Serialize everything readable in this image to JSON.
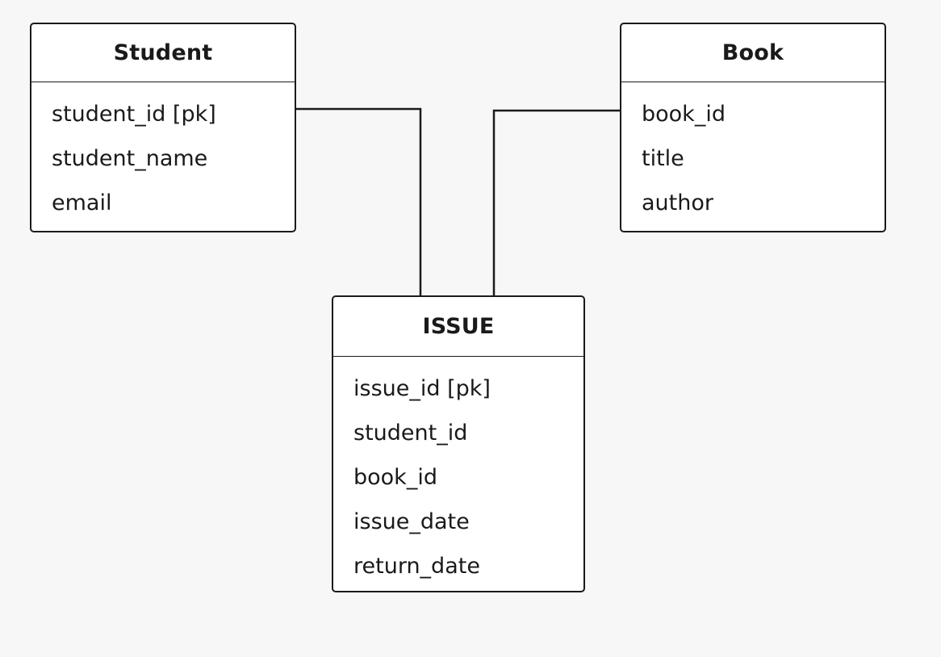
{
  "colors": {
    "background": "#f7f7f7",
    "box_fill": "#ffffff",
    "stroke": "#1a1a1a"
  },
  "entities": [
    {
      "name": "Student",
      "attributes": [
        "student_id  [pk]",
        "student_name",
        "email"
      ]
    },
    {
      "name": "Book",
      "attributes": [
        "book_id",
        "title",
        "author"
      ]
    },
    {
      "name": "ISSUE",
      "attributes": [
        "issue_id  [pk]",
        "student_id",
        "book_id",
        "issue_date",
        "return_date"
      ]
    }
  ],
  "relationships": [
    {
      "from": "Student",
      "to": "ISSUE"
    },
    {
      "from": "Book",
      "to": "ISSUE"
    }
  ]
}
